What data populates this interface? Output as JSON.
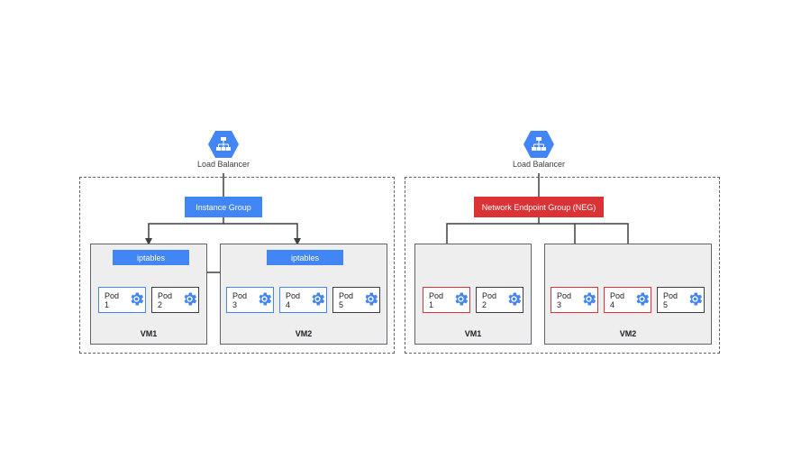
{
  "left_diagram": {
    "load_balancer_label": "Load Balancer",
    "group_label": "Instance Group",
    "iptables_label": "iptables",
    "vms": [
      {
        "label": "VM1",
        "pods": [
          "Pod 1",
          "Pod 2"
        ]
      },
      {
        "label": "VM2",
        "pods": [
          "Pod 3",
          "Pod 4",
          "Pod 5"
        ]
      }
    ]
  },
  "right_diagram": {
    "load_balancer_label": "Load Balancer",
    "group_label": "Network Endpoint Group (NEG)",
    "vms": [
      {
        "label": "VM1",
        "pods": [
          "Pod 1",
          "Pod 2"
        ]
      },
      {
        "label": "VM2",
        "pods": [
          "Pod 3",
          "Pod 4",
          "Pod 5"
        ]
      }
    ]
  },
  "colors": {
    "google_blue": "#4285f4",
    "neg_red": "#db3236",
    "vm_background": "#eeeeee",
    "line": "#3c4043"
  },
  "icons": {
    "load_balancer": "load-balancer-hex-icon",
    "pod": "gear-icon"
  }
}
